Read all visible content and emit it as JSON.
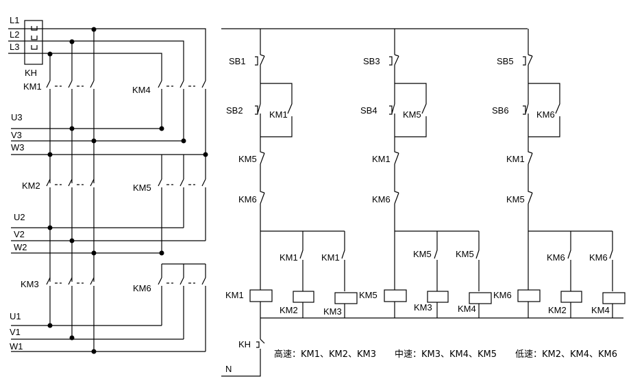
{
  "power": {
    "lines": [
      "L1",
      "L2",
      "L3"
    ],
    "overload": "KH",
    "contactors": [
      "KM1",
      "KM2",
      "KM3",
      "KM4",
      "KM5",
      "KM6"
    ],
    "windings": {
      "set3": [
        "U3",
        "V3",
        "W3"
      ],
      "set2": [
        "U2",
        "V2",
        "W2"
      ],
      "set1": [
        "U1",
        "V1",
        "W1"
      ]
    }
  },
  "control": {
    "branches": [
      {
        "stop": "SB1",
        "start": "SB2",
        "hold": "KM1",
        "interlock": [
          "KM5",
          "KM6"
        ],
        "coil": "KM1",
        "aux": [
          "KM1",
          "KM1"
        ],
        "aux_coils": [
          "KM2",
          "KM3"
        ]
      },
      {
        "stop": "SB3",
        "start": "SB4",
        "hold": "KM5",
        "interlock": [
          "KM1",
          "KM6"
        ],
        "coil": "KM5",
        "aux": [
          "KM5",
          "KM5"
        ],
        "aux_coils": [
          "KM3",
          "KM4"
        ]
      },
      {
        "stop": "SB5",
        "start": "SB6",
        "hold": "KM6",
        "interlock": [
          "KM1",
          "KM5"
        ],
        "coil": "KM6",
        "aux": [
          "KM6",
          "KM6"
        ],
        "aux_coils": [
          "KM2",
          "KM4"
        ]
      }
    ],
    "overload": "KH",
    "neutral": "N"
  },
  "legend": {
    "high": "高速：KM1、KM2、KM3",
    "mid": "中速：KM3、KM4、KM5",
    "low": "低速：KM2、KM4、KM6"
  }
}
